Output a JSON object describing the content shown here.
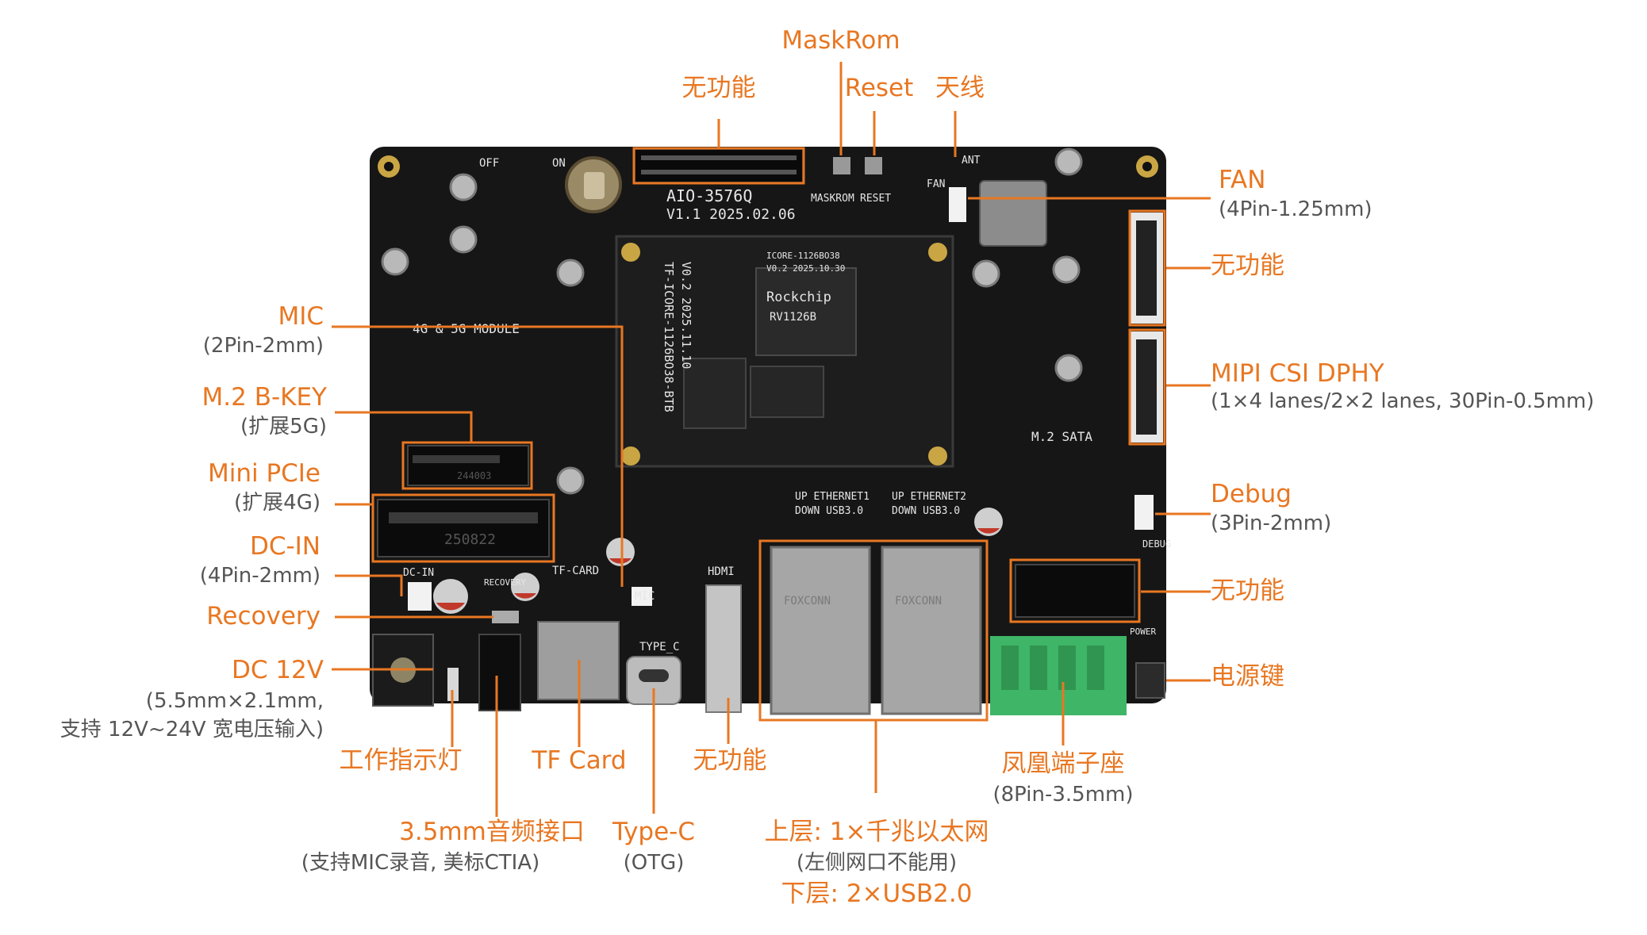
{
  "accent_color": "#E87722",
  "board": {
    "name": "AIO-3576Q",
    "version_date": "V1.1 2025.02.06",
    "core_module_code": "TF-ICORE-1126BO38-BTB",
    "core_module_version": "V0.2 2025.11.10",
    "core_module_small_code": "ICORE-1126BO38",
    "core_module_small_version": "V0.2 2025.10.30",
    "chip_brand": "Rockchip",
    "chip_model": "RV1126B",
    "silk_off": "OFF",
    "silk_on": "ON",
    "silk_maskrom": "MASKROM",
    "silk_reset": "RESET",
    "silk_fan": "FAN",
    "silk_ant": "ANT",
    "silk_module": "4G & 5G MODULE",
    "silk_m2_sata": "M.2 SATA",
    "silk_mic": "MIC",
    "silk_hdmi": "HDMI",
    "silk_type_c": "TYPE_C",
    "silk_tf_card": "TF-CARD",
    "silk_dc_in": "DC-IN",
    "silk_recovery": "RECOVERY",
    "silk_debug": "DEBUG",
    "silk_power": "POWER",
    "silk_eth1": "UP    ETHERNET1",
    "silk_eth1_sub": "DOWN USB3.0",
    "silk_eth2": "UP    ETHERNET2",
    "silk_eth2_sub": "DOWN USB3.0",
    "silk_rj45_brand": "FOXCONN",
    "silk_minipcie_code": "250822",
    "silk_m2b_code": "244003"
  },
  "labels": {
    "maskrom": {
      "title": "MaskRom"
    },
    "no_function_top": {
      "title": "无功能"
    },
    "reset": {
      "title": "Reset"
    },
    "antenna": {
      "title": "天线"
    },
    "fan": {
      "title": "FAN",
      "sub": "(4Pin-1.25mm)"
    },
    "no_function_right1": {
      "title": "无功能"
    },
    "mipi_csi": {
      "title": "MIPI CSI DPHY",
      "sub": "(1×4 lanes/2×2 lanes, 30Pin-0.5mm)"
    },
    "debug": {
      "title": "Debug",
      "sub": "(3Pin-2mm)"
    },
    "no_function_right2": {
      "title": "无功能"
    },
    "power_key": {
      "title": "电源键"
    },
    "phoenix": {
      "title": "凤凰端子座",
      "sub": "(8Pin-3.5mm)"
    },
    "ethernet": {
      "title": "上层: 1×千兆以太网",
      "sub": "(左侧网口不能用)",
      "title2": "下层: 2×USB2.0"
    },
    "no_function_bottom": {
      "title": "无功能"
    },
    "type_c": {
      "title": "Type-C",
      "sub": "(OTG)"
    },
    "tf_card": {
      "title": "TF Card"
    },
    "audio": {
      "title": "3.5mm音频接口",
      "sub": "(支持MIC录音, 美标CTIA)"
    },
    "work_led": {
      "title": "工作指示灯"
    },
    "dc12v": {
      "title": "DC 12V",
      "sub": "(5.5mm×2.1mm,",
      "sub2": "支持 12V~24V 宽电压输入)"
    },
    "recovery": {
      "title": "Recovery"
    },
    "dc_in": {
      "title": "DC-IN",
      "sub": "(4Pin-2mm)"
    },
    "mini_pcie": {
      "title": "Mini PCIe",
      "sub": "(扩展4G)"
    },
    "m2_bkey": {
      "title": "M.2 B-KEY",
      "sub": "(扩展5G)"
    },
    "mic": {
      "title": "MIC",
      "sub": "(2Pin-2mm)"
    }
  }
}
